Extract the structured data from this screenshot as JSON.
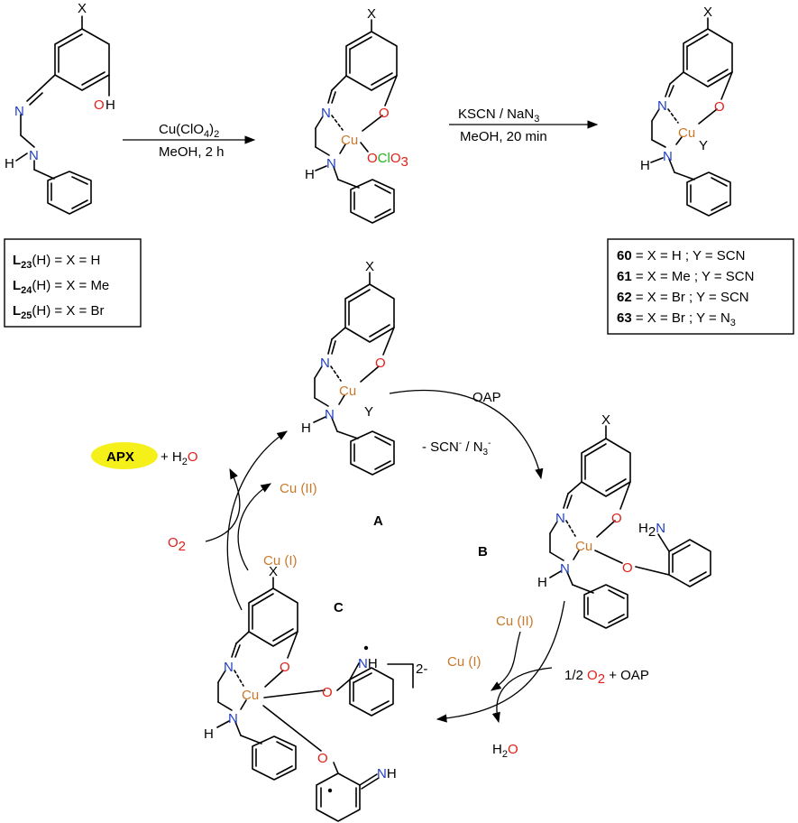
{
  "colors": {
    "nitrogen": "#1f3fbf",
    "oxygen": "#e0201a",
    "copper": "#c8782a",
    "chlorine": "#22b422",
    "apx_highlight": "#f5ef1a"
  },
  "atoms": {
    "X": "X",
    "N": "N",
    "O": "O",
    "OH_O": "O",
    "OH_H": "H",
    "H": "H",
    "Cu": "Cu",
    "Y": "Y",
    "Cl": "Cl",
    "O3": "O",
    "sub3": "3",
    "H2": "H",
    "sub2": "2",
    "NH_N": "N",
    "NH_H": "H"
  },
  "step1": {
    "reagent_main": "Cu(ClO",
    "reagent_sub": "4",
    "reagent_close": ")",
    "reagent_sub2": "2",
    "conditions": "MeOH, 2 h"
  },
  "step2": {
    "reagent_main": "KSCN / NaN",
    "reagent_sub": "3",
    "conditions": "MeOH, 20 min"
  },
  "ligand_box": {
    "rows": [
      {
        "label": "L",
        "sub": "23",
        "text": "(H) = X = H"
      },
      {
        "label": "L",
        "sub": "24",
        "text": "(H) = X = Me"
      },
      {
        "label": "L",
        "sub": "25",
        "text": "(H) = X = Br"
      }
    ]
  },
  "complex_box": {
    "rows": [
      {
        "num": "60",
        "text": " = X = H ; Y = SCN"
      },
      {
        "num": "61",
        "text": " = X = Me ; Y = SCN"
      },
      {
        "num": "62",
        "text": " = X = Br ; Y = SCN"
      },
      {
        "num": "63",
        "text": " = X = Br ; Y = N"
      }
    ],
    "last_sub": "3"
  },
  "cycle": {
    "label_A": "A",
    "label_B": "B",
    "label_C": "C",
    "oap_top": "OAP",
    "leaving": "- SCN",
    "leaving_sup1": "-",
    "leaving_mid": " / N",
    "leaving_sub": "3",
    "leaving_sup2": "-",
    "apx": "APX",
    "water_plus": "+ H",
    "water_sub": "2",
    "water_o": "O",
    "cu2_top": "Cu (II)",
    "cu1_left": "Cu (I)",
    "o2_left": "O",
    "o2_sub": "2",
    "cu2_right": "Cu (II)",
    "cu1_right": "Cu (I)",
    "half_o2": "1/2 ",
    "half_o2_O": "O",
    "half_o2_sub": "2",
    "half_o2_rest": " + OAP",
    "water_bottom": "H",
    "water_bottom_sub": "2",
    "water_bottom_o": "O",
    "charge": "2-"
  }
}
